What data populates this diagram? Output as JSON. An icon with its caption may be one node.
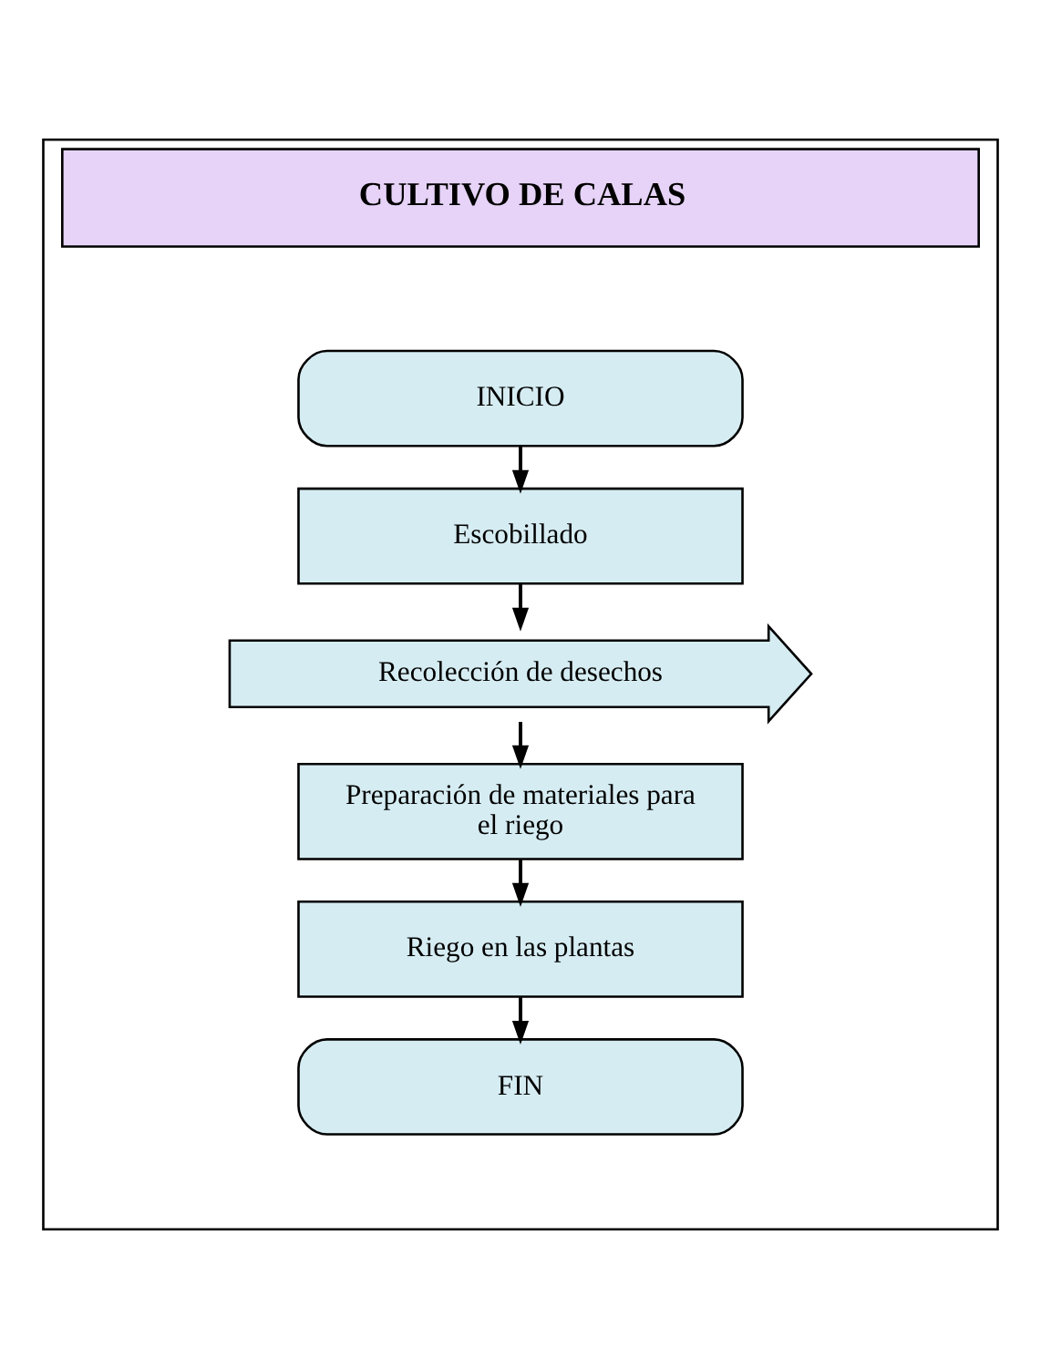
{
  "diagram": {
    "nodes": [
      {
        "text": [
          "CULTIVO DE CALAS"
        ]
      },
      {
        "text": [
          "INICIO"
        ],
        "in": 0
      },
      {
        "text": [
          "Escobillado"
        ],
        "in": 0
      },
      {
        "text": [
          "Recolección de desechos"
        ],
        "in": 0
      },
      {
        "text": [
          "Preparación de materiales para el riego"
        ],
        "in": 0
      },
      {
        "text": [
          "Riego en las plantas"
        ],
        "in": 0
      },
      {
        "text": [
          "FIN"
        ],
        "in": 0
      }
    ],
    "edges": [
      {
        "from": 1,
        "to": 2,
        "arrow": "to"
      },
      {
        "from": 2,
        "to": 3,
        "arrow": "to"
      },
      {
        "from": 3,
        "to": 4,
        "arrow": "to"
      },
      {
        "from": 4,
        "to": 5,
        "arrow": "to"
      },
      {
        "from": 5,
        "to": 6,
        "arrow": "to"
      }
    ]
  }
}
